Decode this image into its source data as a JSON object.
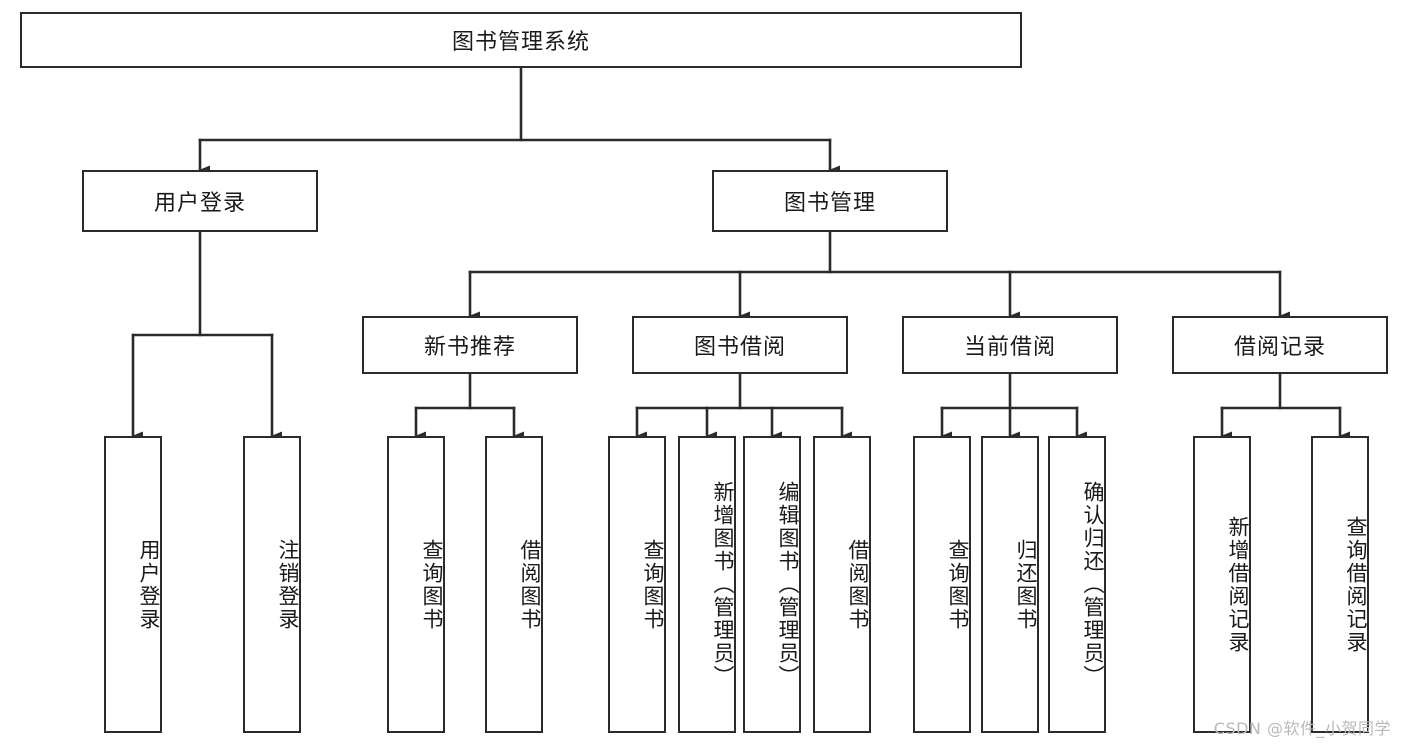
{
  "diagram": {
    "type": "tree",
    "title": "图书管理系统",
    "orientation": "top-down",
    "colors": {
      "box_border": "#2b2b2b",
      "box_fill": "#ffffff",
      "edge": "#2b2b2b",
      "text": "#1a1a1a",
      "watermark": "#b9b9b9"
    },
    "nodes": {
      "root": {
        "label": "图书管理系统",
        "orientation": "horizontal"
      },
      "user_login": {
        "label": "用户登录",
        "orientation": "horizontal"
      },
      "book_manage": {
        "label": "图书管理",
        "orientation": "horizontal"
      },
      "new_book_rec": {
        "label": "新书推荐",
        "orientation": "horizontal"
      },
      "book_borrow": {
        "label": "图书借阅",
        "orientation": "horizontal"
      },
      "current_borrow": {
        "label": "当前借阅",
        "orientation": "horizontal"
      },
      "borrow_record": {
        "label": "借阅记录",
        "orientation": "horizontal"
      },
      "leaf_user_login": {
        "label": "用户登录",
        "orientation": "vertical"
      },
      "leaf_logout": {
        "label": "注销登录",
        "orientation": "vertical"
      },
      "leaf_query_book_1": {
        "label": "查询图书",
        "orientation": "vertical"
      },
      "leaf_borrow_book_1": {
        "label": "借阅图书",
        "orientation": "vertical"
      },
      "leaf_query_book_2": {
        "label": "查询图书",
        "orientation": "vertical"
      },
      "leaf_add_book": {
        "label": "新增图书（管理员）",
        "orientation": "vertical"
      },
      "leaf_edit_book": {
        "label": "编辑图书（管理员）",
        "orientation": "vertical"
      },
      "leaf_borrow_book_2": {
        "label": "借阅图书",
        "orientation": "vertical"
      },
      "leaf_query_book_3": {
        "label": "查询图书",
        "orientation": "vertical"
      },
      "leaf_return_book": {
        "label": "归还图书",
        "orientation": "vertical"
      },
      "leaf_confirm_return": {
        "label": "确认归还（管理员）",
        "orientation": "vertical"
      },
      "leaf_add_record": {
        "label": "新增借阅记录",
        "orientation": "vertical"
      },
      "leaf_query_record": {
        "label": "查询借阅记录",
        "orientation": "vertical"
      }
    },
    "edges": [
      {
        "from": "root",
        "to": "user_login"
      },
      {
        "from": "root",
        "to": "book_manage"
      },
      {
        "from": "user_login",
        "to": "leaf_user_login"
      },
      {
        "from": "user_login",
        "to": "leaf_logout"
      },
      {
        "from": "book_manage",
        "to": "new_book_rec"
      },
      {
        "from": "book_manage",
        "to": "book_borrow"
      },
      {
        "from": "book_manage",
        "to": "current_borrow"
      },
      {
        "from": "book_manage",
        "to": "borrow_record"
      },
      {
        "from": "new_book_rec",
        "to": "leaf_query_book_1"
      },
      {
        "from": "new_book_rec",
        "to": "leaf_borrow_book_1"
      },
      {
        "from": "book_borrow",
        "to": "leaf_query_book_2"
      },
      {
        "from": "book_borrow",
        "to": "leaf_add_book"
      },
      {
        "from": "book_borrow",
        "to": "leaf_edit_book"
      },
      {
        "from": "book_borrow",
        "to": "leaf_borrow_book_2"
      },
      {
        "from": "current_borrow",
        "to": "leaf_query_book_3"
      },
      {
        "from": "current_borrow",
        "to": "leaf_return_book"
      },
      {
        "from": "current_borrow",
        "to": "leaf_confirm_return"
      },
      {
        "from": "borrow_record",
        "to": "leaf_add_record"
      },
      {
        "from": "borrow_record",
        "to": "leaf_query_record"
      }
    ]
  },
  "watermark": {
    "text": "CSDN @软件_小贺同学"
  }
}
